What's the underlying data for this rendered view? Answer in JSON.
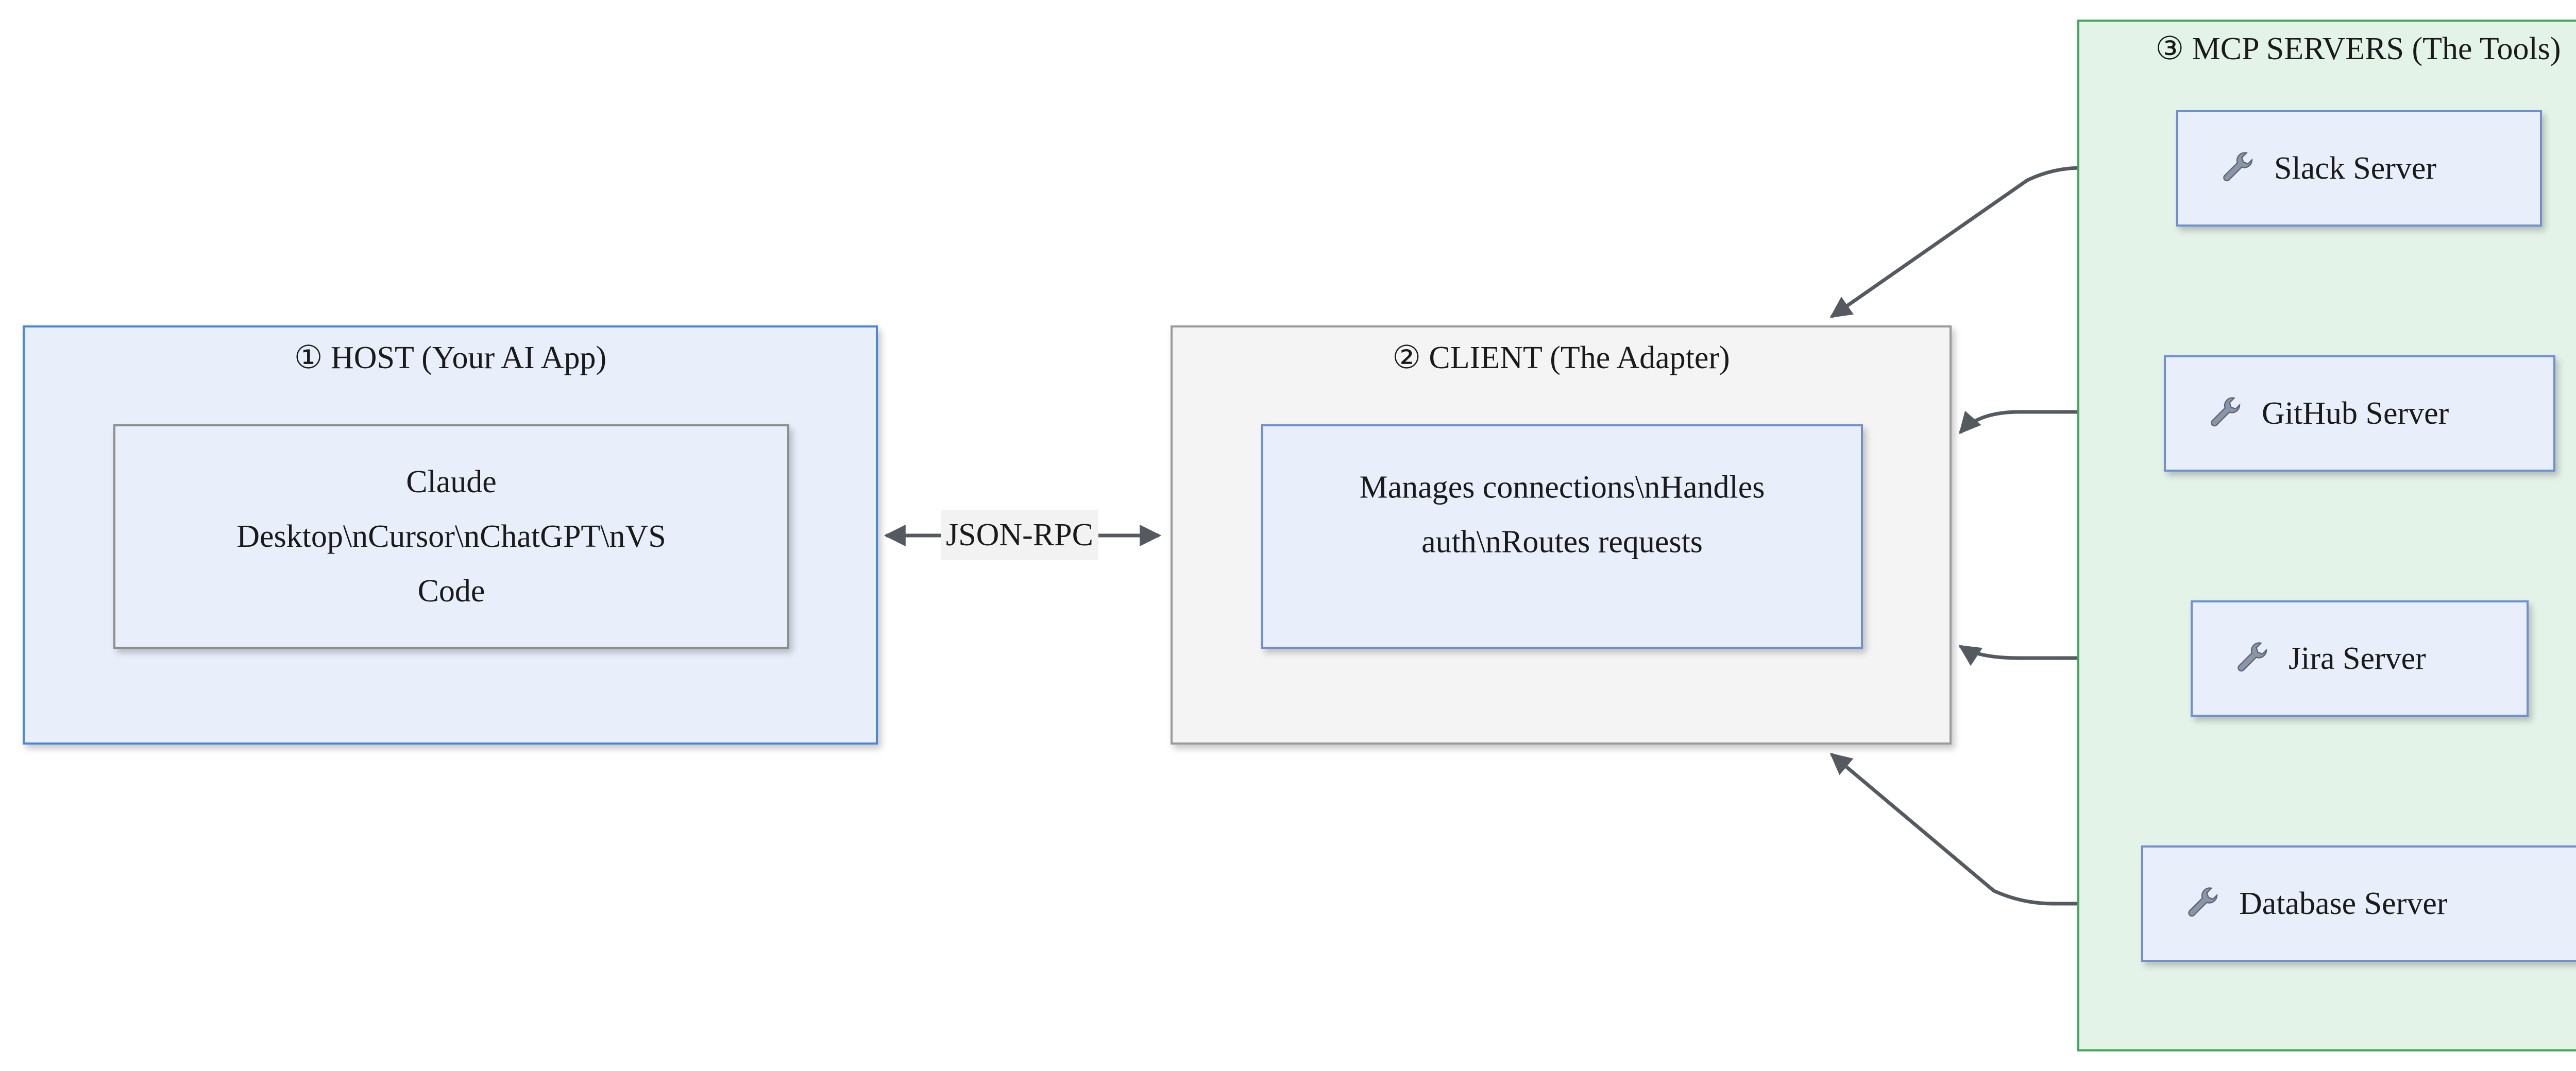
{
  "host": {
    "title": "① HOST (Your AI App)",
    "content": "Claude\nDesktop\\nCursor\\nChatGPT\\nVS\nCode"
  },
  "client": {
    "title": "② CLIENT (The Adapter)",
    "content": "Manages connections\\nHandles\nauth\\nRoutes requests"
  },
  "servers": {
    "title": "③ MCP SERVERS (The Tools)",
    "items": [
      {
        "label": "Slack Server",
        "icon": "wrench-icon"
      },
      {
        "label": "GitHub Server",
        "icon": "wrench-icon"
      },
      {
        "label": "Jira Server",
        "icon": "wrench-icon"
      },
      {
        "label": "Database Server",
        "icon": "wrench-icon"
      }
    ]
  },
  "edges": {
    "host_client_label": "JSON-RPC"
  },
  "colors": {
    "host_fill": "#e8effb",
    "host_border": "#4a86d6",
    "client_fill": "#f4f4f4",
    "client_border": "#9a9a9a",
    "servers_fill": "#e4f3e8",
    "servers_border": "#3fa75a",
    "arrow": "#555a60"
  }
}
